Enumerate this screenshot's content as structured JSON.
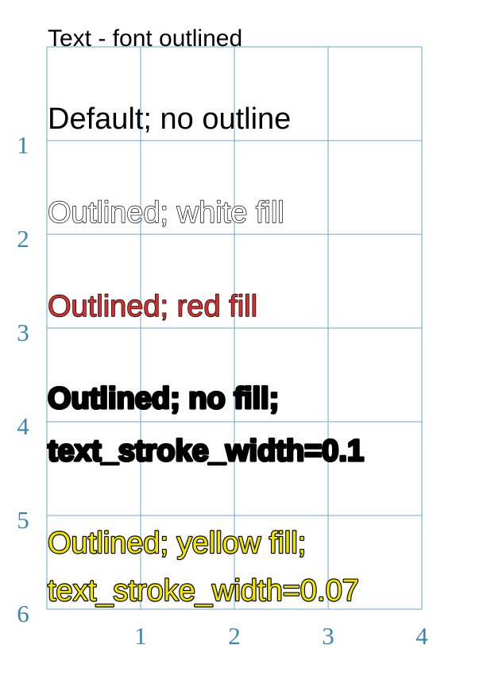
{
  "title": "Text - font outlined",
  "grid": {
    "color": "#6aaac9",
    "label_color": "#3a86ad",
    "x_max": 4,
    "y_max": 6
  },
  "axes": {
    "y_labels": [
      "1",
      "2",
      "3",
      "4",
      "5",
      "6"
    ],
    "x_labels": [
      "1",
      "2",
      "3",
      "4"
    ]
  },
  "samples": [
    {
      "lines": [
        "Default; no outline"
      ],
      "fill": "#000000",
      "stroke": "none",
      "weight": "normal"
    },
    {
      "lines": [
        "Outlined; white fill"
      ],
      "fill": "#ffffff",
      "stroke": "#000000",
      "weight": "normal"
    },
    {
      "lines": [
        "Outlined; red fill"
      ],
      "fill": "#d32f2f",
      "stroke": "#000000",
      "weight": "normal"
    },
    {
      "lines": [
        "Outlined; no fill;",
        "text_stroke_width=0.1"
      ],
      "fill": "#000000",
      "stroke": "#000000",
      "weight": "bold"
    },
    {
      "lines": [
        "Outlined; yellow fill;",
        "text_stroke_width=0.07"
      ],
      "fill": "#f2e600",
      "stroke": "#000000",
      "weight": "normal"
    }
  ]
}
